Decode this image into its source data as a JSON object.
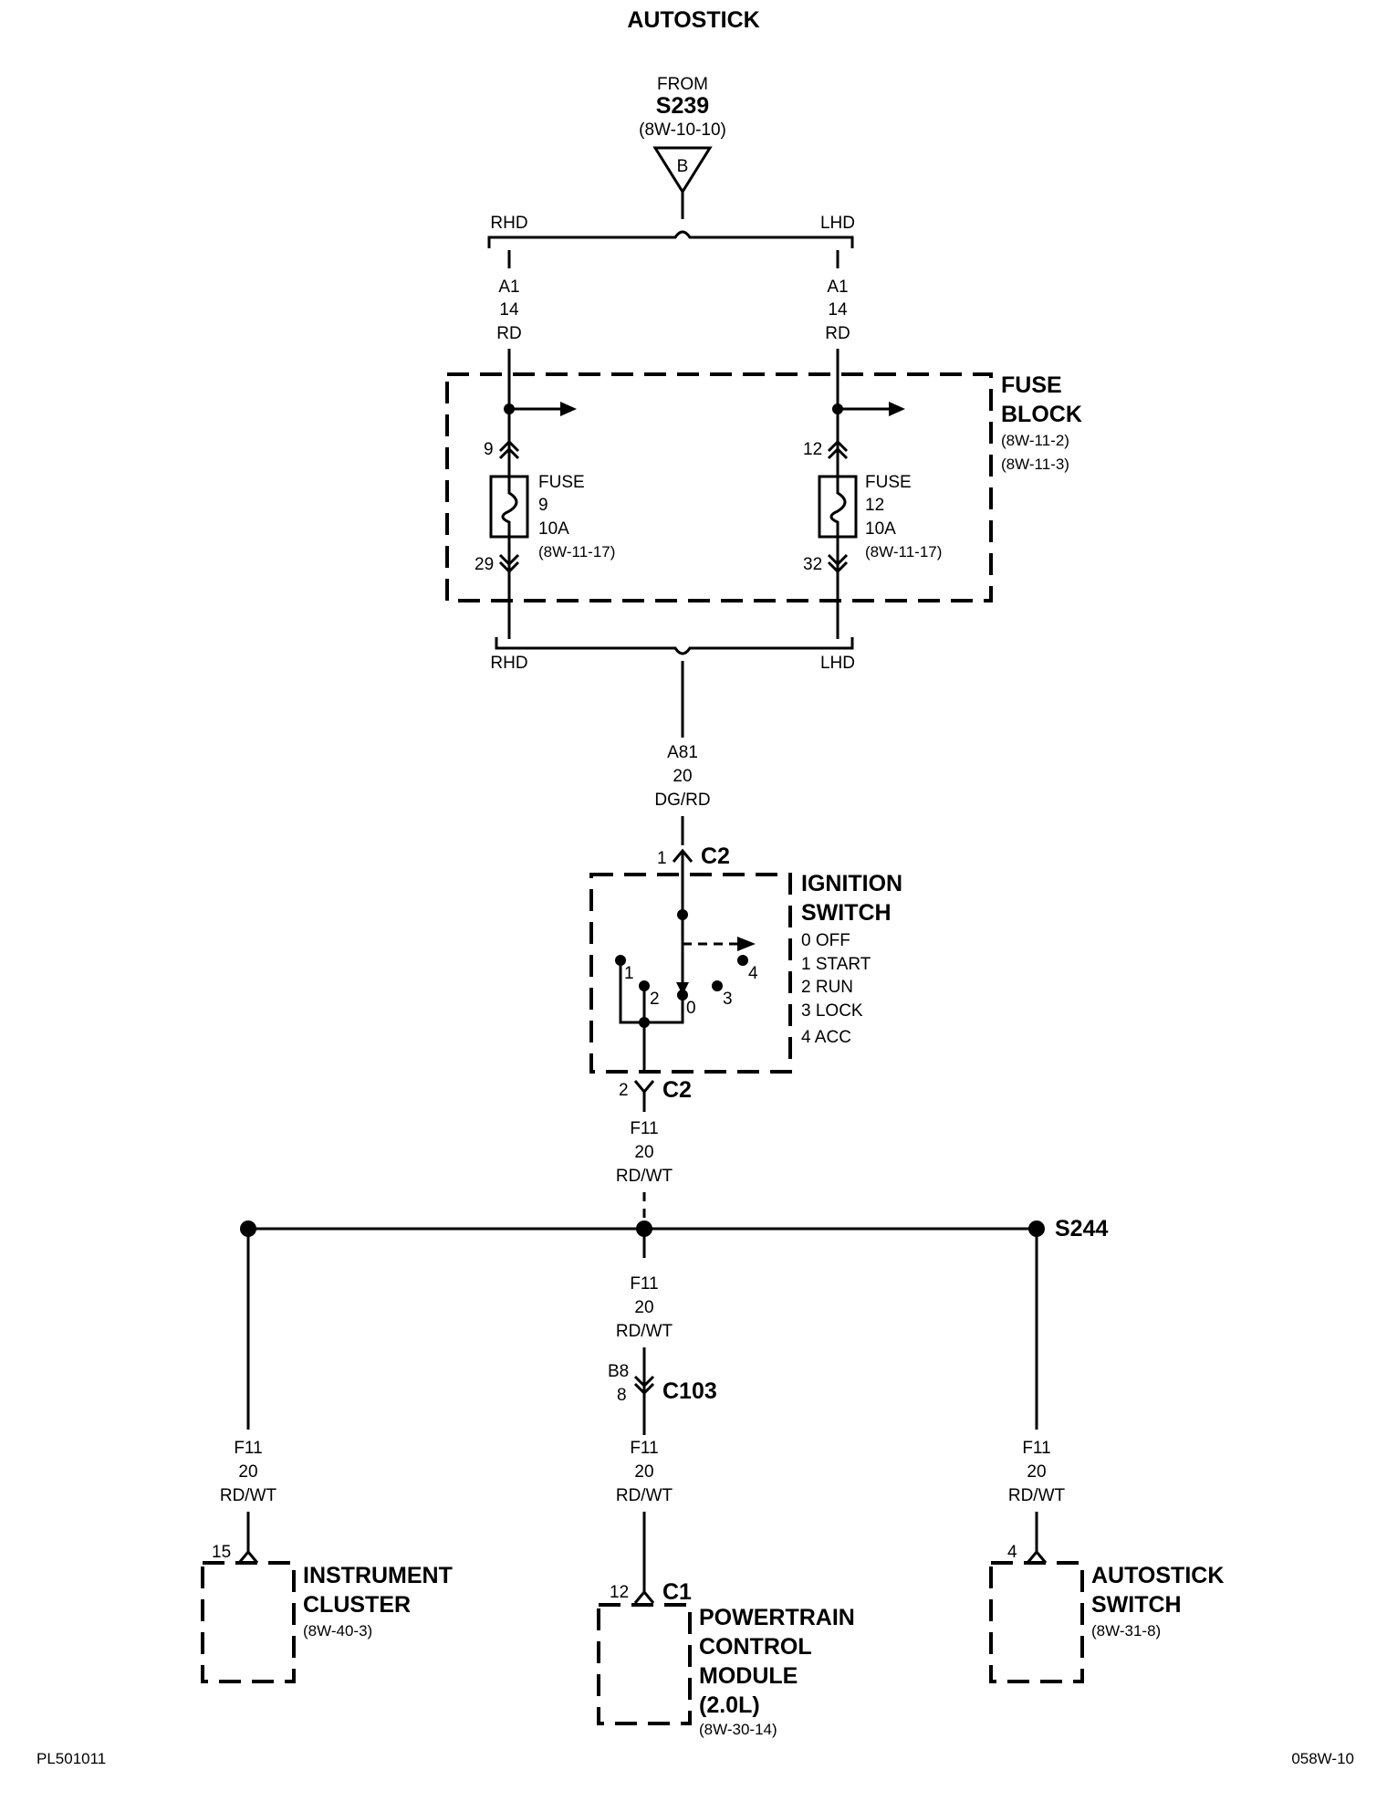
{
  "title": "AUTOSTICK",
  "source": {
    "from": "FROM",
    "splice": "S239",
    "ref": "(8W-10-10)",
    "connector_letter": "B"
  },
  "variants": {
    "rhd": "RHD",
    "lhd": "LHD"
  },
  "wires": {
    "a1_left": {
      "circuit": "A1",
      "gauge": "14",
      "color": "RD"
    },
    "a1_right": {
      "circuit": "A1",
      "gauge": "14",
      "color": "RD"
    },
    "a81": {
      "circuit": "A81",
      "gauge": "20",
      "color": "DG/RD"
    },
    "f11_main": {
      "circuit": "F11",
      "gauge": "20",
      "color": "RD/WT"
    },
    "f11_left": {
      "circuit": "F11",
      "gauge": "20",
      "color": "RD/WT"
    },
    "f11_mid_upper": {
      "circuit": "F11",
      "gauge": "20",
      "color": "RD/WT"
    },
    "f11_mid_lower": {
      "circuit": "F11",
      "gauge": "20",
      "color": "RD/WT"
    },
    "f11_right": {
      "circuit": "F11",
      "gauge": "20",
      "color": "RD/WT"
    }
  },
  "fuse_block": {
    "title_line1": "FUSE",
    "title_line2": "BLOCK",
    "ref1": "(8W-11-2)",
    "ref2": "(8W-11-3)",
    "fuse9": {
      "in_pin": "9",
      "out_pin": "29",
      "label": "FUSE",
      "number": "9",
      "rating": "10A",
      "ref": "(8W-11-17)"
    },
    "fuse12": {
      "in_pin": "12",
      "out_pin": "32",
      "label": "FUSE",
      "number": "12",
      "rating": "10A",
      "ref": "(8W-11-17)"
    }
  },
  "ignition_switch": {
    "title_line1": "IGNITION",
    "title_line2": "SWITCH",
    "positions": [
      "0 OFF",
      "1 START",
      "2 RUN",
      "3 LOCK",
      "4 ACC"
    ],
    "contact_labels": {
      "c0": "0",
      "c1": "1",
      "c2": "2",
      "c3": "3",
      "c4": "4"
    },
    "top_connector": {
      "pin": "1",
      "name": "C2"
    },
    "bottom_connector": {
      "pin": "2",
      "name": "C2"
    }
  },
  "splice": {
    "name": "S244"
  },
  "c103": {
    "pin_top": "B8",
    "pin_bottom": "8",
    "name": "C103"
  },
  "instrument_cluster": {
    "pin": "15",
    "line1": "INSTRUMENT",
    "line2": "CLUSTER",
    "ref": "(8W-40-3)"
  },
  "pcm": {
    "pin": "12",
    "connector": "C1",
    "line1": "POWERTRAIN",
    "line2": "CONTROL",
    "line3": "MODULE",
    "line4": "(2.0L)",
    "ref": "(8W-30-14)"
  },
  "autostick_switch": {
    "pin": "4",
    "line1": "AUTOSTICK",
    "line2": "SWITCH",
    "ref": "(8W-31-8)"
  },
  "footer": {
    "left": "PL501011",
    "right": "058W-10"
  }
}
